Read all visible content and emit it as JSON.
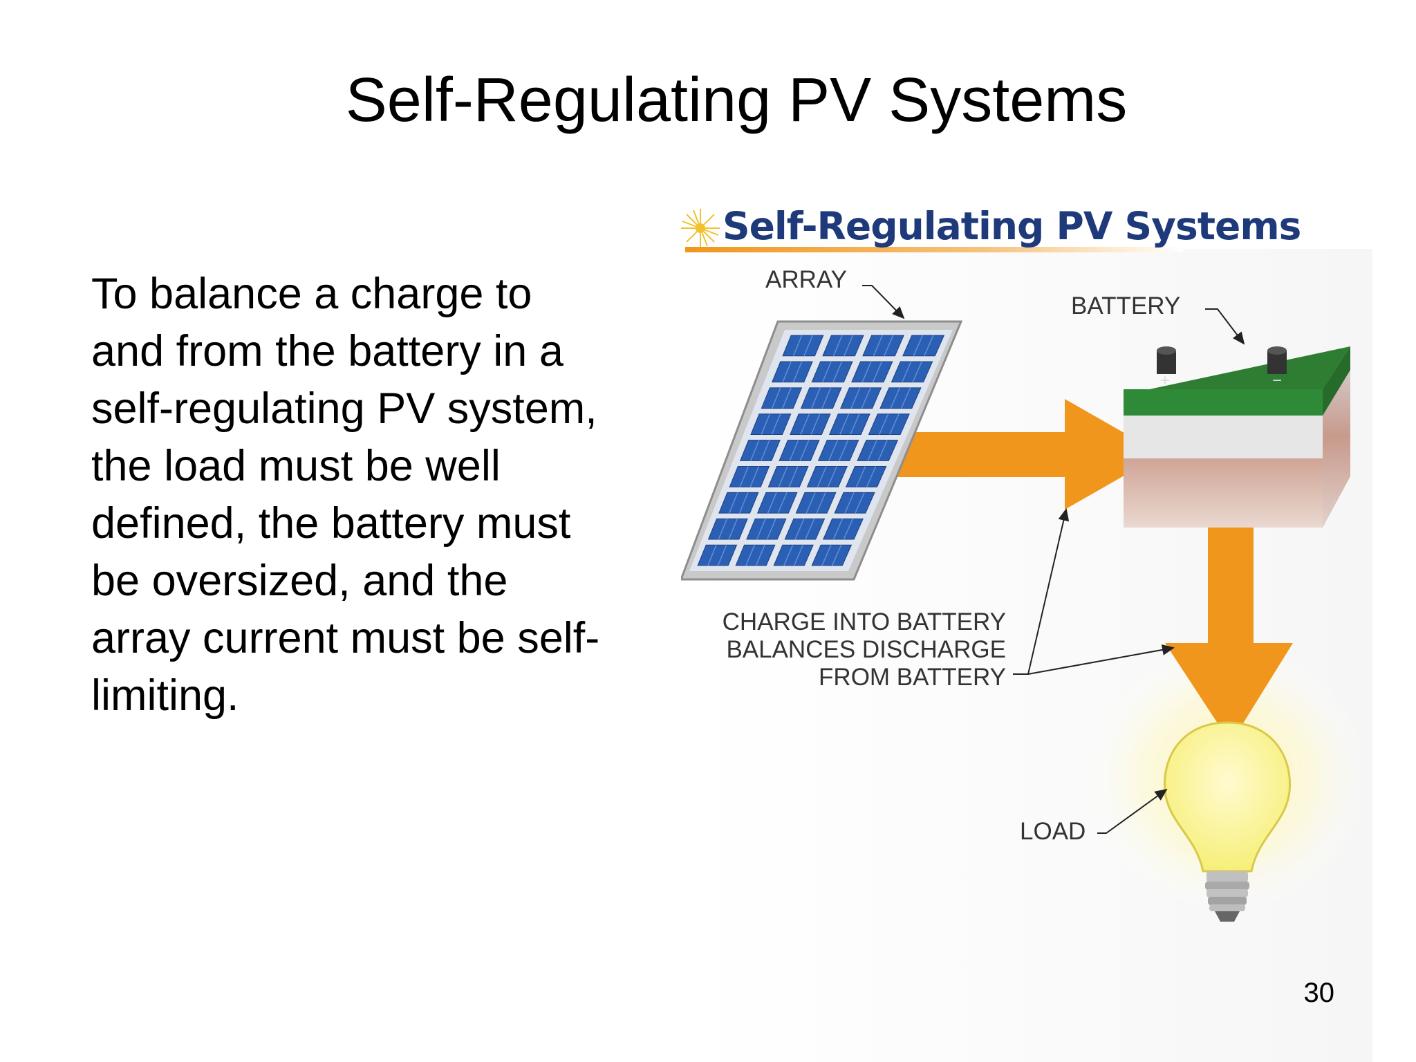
{
  "slide": {
    "title": "Self-Regulating PV Systems",
    "body_lines": [
      "To balance a charge to",
      "and from the battery in a",
      "self-regulating PV system,",
      "the load must be well",
      "defined, the battery must",
      "be oversized, and the",
      "array current must be self-",
      "limiting."
    ],
    "page_number": "30"
  },
  "figure": {
    "title": "Self-Regulating PV Systems",
    "labels": {
      "array": "ARRAY",
      "battery": "BATTERY",
      "load": "LOAD",
      "callout": [
        "CHARGE INTO BATTERY",
        "BALANCES DISCHARGE",
        "FROM BATTERY"
      ],
      "plus": "+",
      "minus": "−"
    },
    "colors": {
      "arrow": "#f0961c",
      "panel_cell": "#2b5fb4",
      "battery_top": "#2e7d32",
      "title": "#1f3a7a",
      "sun": "#f2c12e"
    }
  }
}
